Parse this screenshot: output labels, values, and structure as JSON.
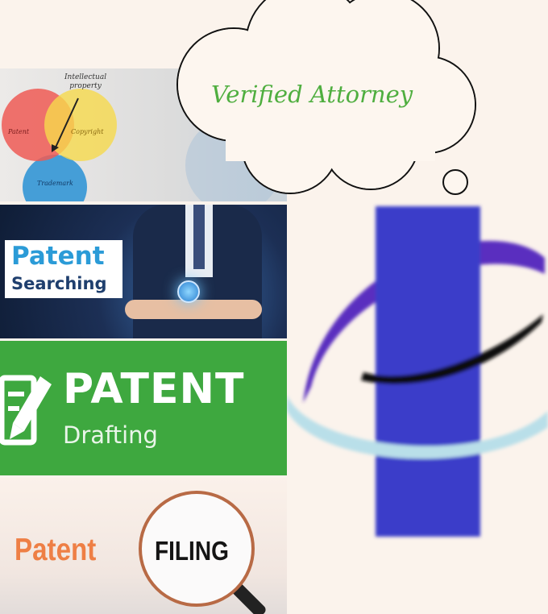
{
  "venn_panel": {
    "title": "Intellectual property",
    "title_line1": "Intellectual",
    "title_line2": "property",
    "circles": [
      "Patent",
      "Copyright",
      "Trademark"
    ]
  },
  "searching_panel": {
    "line1": "Patent",
    "line2": "Searching"
  },
  "drafting_panel": {
    "line1": "PATENT",
    "line2": "Drafting",
    "icon": "edit-document-icon"
  },
  "filing_panel": {
    "word1": "Patent",
    "word2": "FILING",
    "icon": "magnifying-glass-icon"
  },
  "thought_bubble": {
    "text": "Verified Attorney"
  },
  "colors": {
    "green_text": "#4fae3f",
    "drafting_bg": "#3ea83f",
    "filing_orange": "#ee7f45",
    "logo_blue": "#3b3cc9",
    "logo_purple": "#5a2fbf",
    "logo_light_blue": "#b9dfe9"
  }
}
